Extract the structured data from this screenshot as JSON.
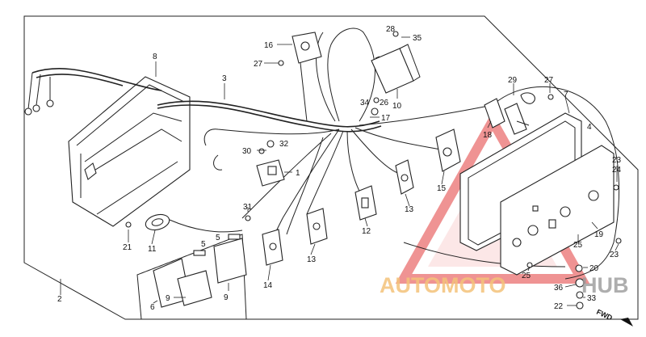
{
  "callouts": [
    {
      "id": "c8",
      "label": "8"
    },
    {
      "id": "c3",
      "label": "3"
    },
    {
      "id": "c16",
      "label": "16"
    },
    {
      "id": "c27a",
      "label": "27"
    },
    {
      "id": "c28",
      "label": "28"
    },
    {
      "id": "c35",
      "label": "35"
    },
    {
      "id": "c10",
      "label": "10"
    },
    {
      "id": "c34",
      "label": "34"
    },
    {
      "id": "c26",
      "label": "26"
    },
    {
      "id": "c17",
      "label": "17"
    },
    {
      "id": "c29",
      "label": "29"
    },
    {
      "id": "c27b",
      "label": "27"
    },
    {
      "id": "c7",
      "label": "7"
    },
    {
      "id": "c4",
      "label": "4"
    },
    {
      "id": "c18",
      "label": "18"
    },
    {
      "id": "c30",
      "label": "30"
    },
    {
      "id": "c32",
      "label": "32"
    },
    {
      "id": "c1",
      "label": "1"
    },
    {
      "id": "c15",
      "label": "15"
    },
    {
      "id": "c23a",
      "label": "23"
    },
    {
      "id": "c24",
      "label": "24"
    },
    {
      "id": "c13a",
      "label": "13"
    },
    {
      "id": "c31",
      "label": "31"
    },
    {
      "id": "c12",
      "label": "12"
    },
    {
      "id": "c21",
      "label": "21"
    },
    {
      "id": "c11",
      "label": "11"
    },
    {
      "id": "c19",
      "label": "19"
    },
    {
      "id": "c25a",
      "label": "25"
    },
    {
      "id": "c23b",
      "label": "23"
    },
    {
      "id": "c5a",
      "label": "5"
    },
    {
      "id": "c5b",
      "label": "5"
    },
    {
      "id": "c13b",
      "label": "13"
    },
    {
      "id": "c20",
      "label": "20"
    },
    {
      "id": "c25b",
      "label": "25"
    },
    {
      "id": "c2",
      "label": "2"
    },
    {
      "id": "c14",
      "label": "14"
    },
    {
      "id": "c36",
      "label": "36"
    },
    {
      "id": "c6",
      "label": "6"
    },
    {
      "id": "c9a",
      "label": "9"
    },
    {
      "id": "c9b",
      "label": "9"
    },
    {
      "id": "c33",
      "label": "33"
    },
    {
      "id": "c22",
      "label": "22"
    }
  ],
  "direction_label": "FWD",
  "watermark": {
    "part1": "AUTOMOTO",
    "part2": "HUB",
    "accent_color": "#e23b3b"
  },
  "colors": {
    "line": "#222222",
    "watermark_orange": "#f4c27a",
    "watermark_red": "#e23b3b"
  }
}
